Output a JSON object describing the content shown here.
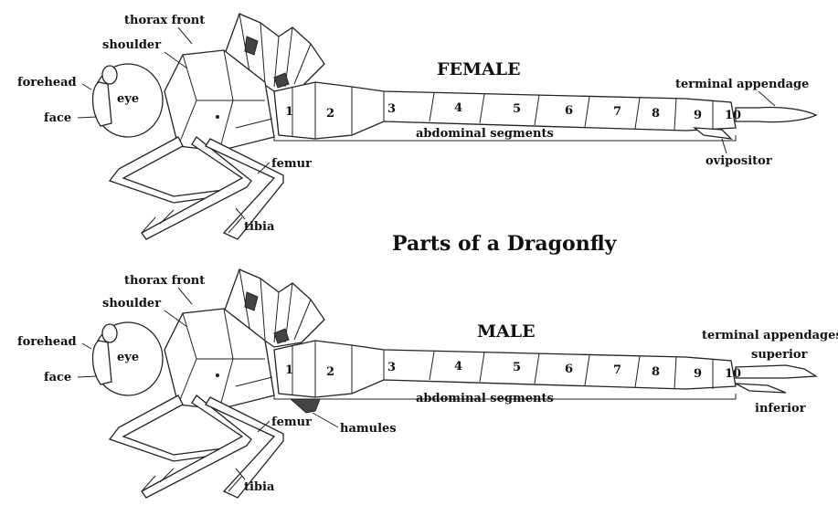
{
  "title": "Parts of a Dragonfly",
  "female": {
    "heading": "FEMALE",
    "labels": {
      "thorax_front": "thorax front",
      "shoulder": "shoulder",
      "forehead": "forehead",
      "eye": "eye",
      "face": "face",
      "femur": "femur",
      "tibia": "tibia",
      "abdominal_segments": "abdominal segments",
      "terminal_appendage": "terminal appendage",
      "ovipositor": "ovipositor"
    },
    "segments": [
      "1",
      "2",
      "3",
      "4",
      "5",
      "6",
      "7",
      "8",
      "9",
      "10"
    ]
  },
  "male": {
    "heading": "MALE",
    "labels": {
      "thorax_front": "thorax front",
      "shoulder": "shoulder",
      "forehead": "forehead",
      "eye": "eye",
      "face": "face",
      "femur": "femur",
      "tibia": "tibia",
      "hamules": "hamules",
      "abdominal_segments": "abdominal segments",
      "terminal_appendages": "terminal appendages",
      "superior": "superior",
      "inferior": "inferior"
    },
    "segments": [
      "1",
      "2",
      "3",
      "4",
      "5",
      "6",
      "7",
      "8",
      "9",
      "10"
    ]
  }
}
